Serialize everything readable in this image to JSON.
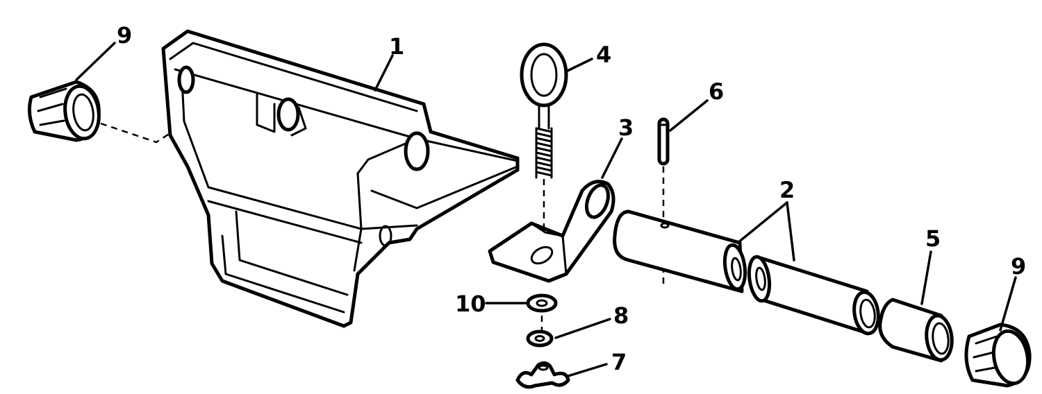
{
  "diagram": {
    "callouts": {
      "c1": "1",
      "c2": "2",
      "c3": "3",
      "c4": "4",
      "c5": "5",
      "c6": "6",
      "c7": "7",
      "c8": "8",
      "c9_left": "9",
      "c9_right": "9",
      "c10": "10"
    },
    "parts": [
      "clamp-bracket",
      "tube",
      "angle-bracket",
      "eye-bolt",
      "bushing",
      "pin",
      "wing-nut",
      "small-washer",
      "knob-cap",
      "large-washer"
    ]
  }
}
